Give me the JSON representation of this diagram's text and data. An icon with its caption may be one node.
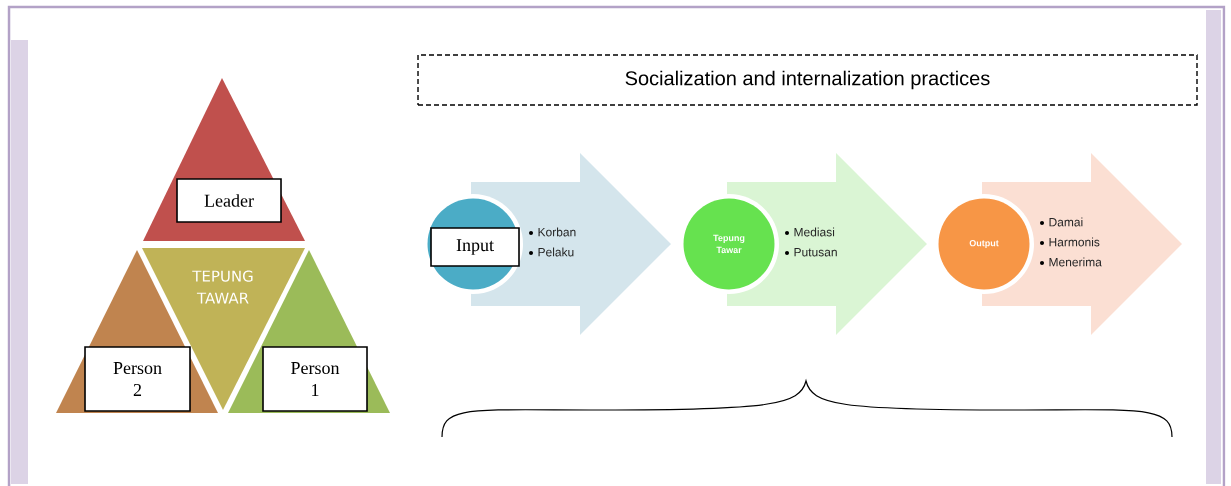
{
  "diagram": {
    "nodes": [
      {
        "text": [
          "Socialization and internalization practices"
        ]
      },
      {
        "text": [
          "Leader"
        ]
      },
      {
        "text": [
          "TEPUNG TAWAR"
        ]
      },
      {
        "text": [
          "Person 2"
        ]
      },
      {
        "text": [
          "Person 1"
        ]
      },
      {
        "text": [
          "Input"
        ]
      },
      {
        "text": [
          "Korban",
          "Pelaku"
        ]
      },
      {
        "text": [
          "Tepung Tawar"
        ]
      },
      {
        "text": [
          "Mediasi",
          "Putusan"
        ]
      },
      {
        "text": [
          "Output"
        ]
      },
      {
        "text": [
          "Damai",
          "Harmonis",
          "Menerima"
        ]
      }
    ]
  }
}
